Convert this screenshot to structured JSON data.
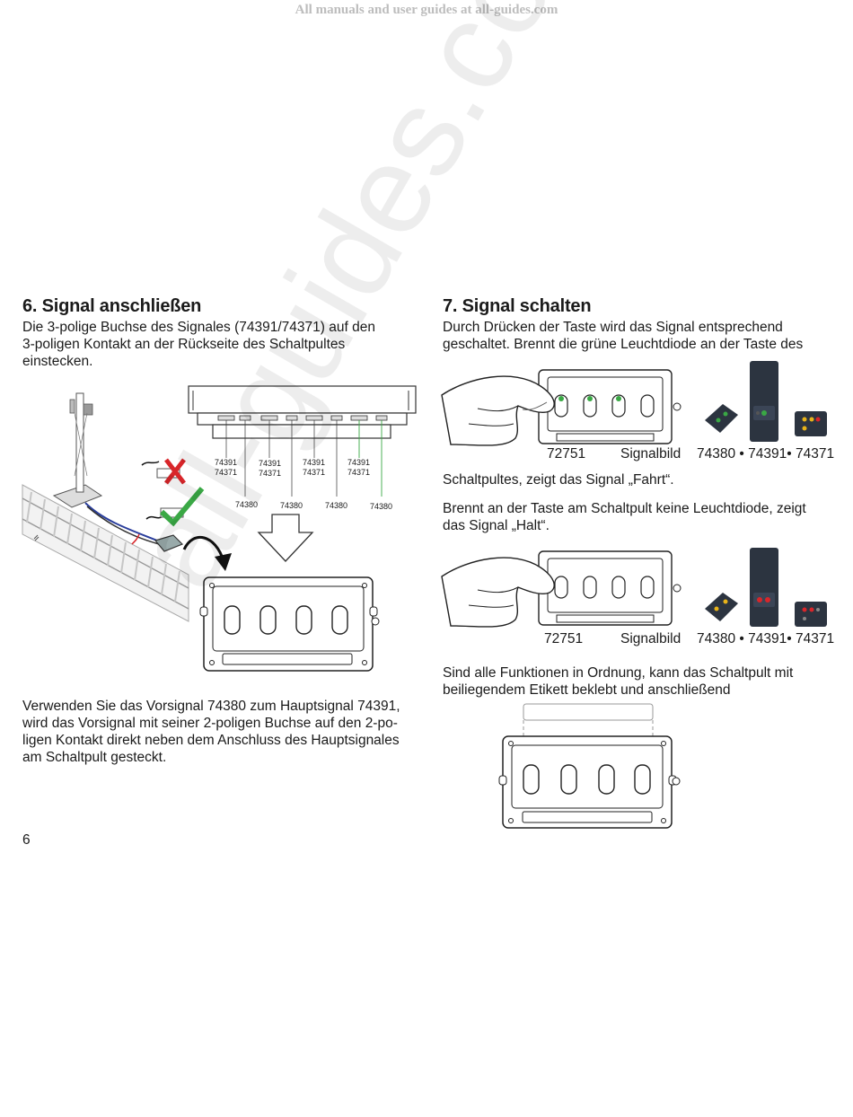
{
  "header": {
    "site_text": "All manuals and user guides at all-guides.com"
  },
  "watermark": "all-guides.com",
  "section6": {
    "title": "6. Signal anschließen",
    "intro": [
      "Die 3-polige Buchse des Signales (74391/74371) auf den",
      "3-poligen Kontakt an der Rückseite des Schaltpultes",
      "einstecken."
    ],
    "connector_labels_top": [
      [
        "74391",
        "74371"
      ],
      [
        "74391",
        "74371"
      ],
      [
        "74391",
        "74371"
      ],
      [
        "74391",
        "74371"
      ]
    ],
    "connector_labels_bottom": [
      "74380",
      "74380",
      "74380",
      "74380"
    ],
    "note": [
      "Verwenden Sie das Vorsignal 74380 zum Hauptsignal 74391,",
      "wird das Vorsignal mit seiner 2-poligen Buchse auf den 2-po-",
      "ligen Kontakt direkt neben dem Anschluss des Hauptsignales",
      "am Schaltpult gesteckt."
    ]
  },
  "section7": {
    "title": "7. Signal schalten",
    "para1": [
      "Durch Drücken der Taste wird das Signal entsprechend",
      "geschaltet. Brennt die grüne Leuchtdiode an der Taste des"
    ],
    "para1_cont": "Schaltpultes, zeigt das Signal „Fahrt“.",
    "para2": [
      "Brennt an der Taste am Schaltpult keine Leuchtdiode, zeigt",
      "das Signal „Halt“."
    ],
    "para3": [
      "Sind alle Funktionen in Ordnung, kann das Schaltpult mit",
      "beiliegendem Etikett beklebt und anschließend"
    ],
    "fig_labels": {
      "article": "72751",
      "signalbild": "Signalbild",
      "signals": "74380 • 74391• 74371"
    }
  },
  "page_number": "6",
  "colors": {
    "green_led": "#3aa845",
    "red_led": "#d8262a",
    "yellow_led": "#e8b319",
    "signal_body": "#2c3440"
  }
}
